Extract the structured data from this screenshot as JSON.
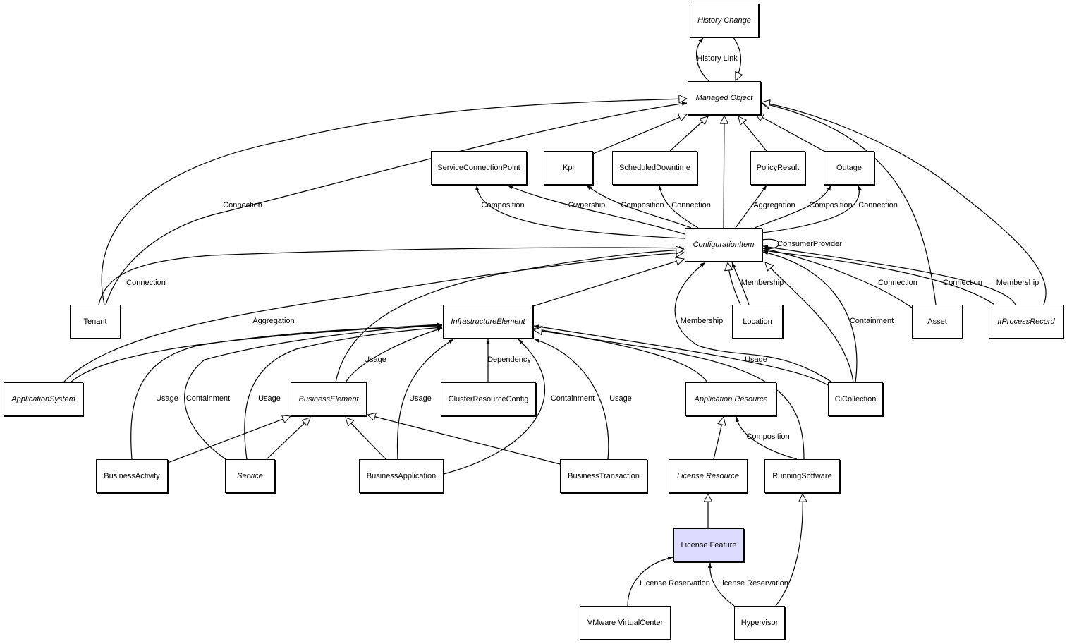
{
  "colors": {
    "highlight": "#dcdcff",
    "line": "#000000",
    "node_fill": "#ffffff"
  },
  "nodes": [
    {
      "id": "HistoryChange",
      "label": "History Change",
      "abstract": true
    },
    {
      "id": "ManagedObject",
      "label": "Managed Object",
      "abstract": true
    },
    {
      "id": "ServiceConnectionPoint",
      "label": "ServiceConnectionPoint",
      "abstract": false
    },
    {
      "id": "Kpi",
      "label": "Kpi",
      "abstract": false
    },
    {
      "id": "ScheduledDowntime",
      "label": "ScheduledDowntime",
      "abstract": false
    },
    {
      "id": "PolicyResult",
      "label": "PolicyResult",
      "abstract": false
    },
    {
      "id": "Outage",
      "label": "Outage",
      "abstract": false
    },
    {
      "id": "ConfigurationItem",
      "label": "ConfigurationItem",
      "abstract": true
    },
    {
      "id": "Tenant",
      "label": "Tenant",
      "abstract": false
    },
    {
      "id": "InfrastructureElement",
      "label": "InfrastructureElement",
      "abstract": true
    },
    {
      "id": "Location",
      "label": "Location",
      "abstract": false
    },
    {
      "id": "Asset",
      "label": "Asset",
      "abstract": false
    },
    {
      "id": "ItProcessRecord",
      "label": "ItProcessRecord",
      "abstract": true
    },
    {
      "id": "ApplicationSystem",
      "label": "ApplicationSystem",
      "abstract": true
    },
    {
      "id": "BusinessElement",
      "label": "BusinessElement",
      "abstract": true
    },
    {
      "id": "ClusterResourceConfig",
      "label": "ClusterResourceConfig",
      "abstract": false
    },
    {
      "id": "ApplicationResource",
      "label": "Application Resource",
      "abstract": true
    },
    {
      "id": "CiCollection",
      "label": "CiCollection",
      "abstract": false
    },
    {
      "id": "BusinessActivity",
      "label": "BusinessActivity",
      "abstract": false
    },
    {
      "id": "Service",
      "label": "Service",
      "abstract": true
    },
    {
      "id": "BusinessApplication",
      "label": "BusinessApplication",
      "abstract": false
    },
    {
      "id": "BusinessTransaction",
      "label": "BusinessTransaction",
      "abstract": false
    },
    {
      "id": "LicenseResource",
      "label": "License Resource",
      "abstract": true
    },
    {
      "id": "RunningSoftware",
      "label": "RunningSoftware",
      "abstract": false
    },
    {
      "id": "LicenseFeature",
      "label": "License Feature",
      "abstract": false,
      "highlighted": true
    },
    {
      "id": "VMwareVirtualCenter",
      "label": "VMware VirtualCenter",
      "abstract": false
    },
    {
      "id": "Hypervisor",
      "label": "Hypervisor",
      "abstract": false
    }
  ],
  "edges": [
    {
      "from": "ManagedObject",
      "to": "HistoryChange",
      "kind": "association",
      "label": "History Link"
    },
    {
      "from": "HistoryChange",
      "to": "ManagedObject",
      "kind": "inheritance",
      "label": ""
    },
    {
      "from": "Tenant",
      "to": "ManagedObject",
      "kind": "inheritance",
      "label": ""
    },
    {
      "from": "Tenant",
      "to": "ManagedObject",
      "kind": "association",
      "label": "Connection"
    },
    {
      "from": "Kpi",
      "to": "ManagedObject",
      "kind": "inheritance",
      "label": ""
    },
    {
      "from": "ScheduledDowntime",
      "to": "ManagedObject",
      "kind": "inheritance",
      "label": ""
    },
    {
      "from": "ConfigurationItem",
      "to": "ManagedObject",
      "kind": "inheritance",
      "label": ""
    },
    {
      "from": "PolicyResult",
      "to": "ManagedObject",
      "kind": "inheritance",
      "label": ""
    },
    {
      "from": "Outage",
      "to": "ManagedObject",
      "kind": "inheritance",
      "label": ""
    },
    {
      "from": "Asset",
      "to": "ManagedObject",
      "kind": "inheritance",
      "label": ""
    },
    {
      "from": "ItProcessRecord",
      "to": "ManagedObject",
      "kind": "inheritance",
      "label": ""
    },
    {
      "from": "ConfigurationItem",
      "to": "ServiceConnectionPoint",
      "kind": "association",
      "label": "Composition"
    },
    {
      "from": "ConfigurationItem",
      "to": "ServiceConnectionPoint",
      "kind": "association",
      "label": "Ownership"
    },
    {
      "from": "ConfigurationItem",
      "to": "Kpi",
      "kind": "association",
      "label": "Composition"
    },
    {
      "from": "ConfigurationItem",
      "to": "ScheduledDowntime",
      "kind": "association",
      "label": "Connection"
    },
    {
      "from": "ConfigurationItem",
      "to": "PolicyResult",
      "kind": "association",
      "label": "Aggregation"
    },
    {
      "from": "ConfigurationItem",
      "to": "Outage",
      "kind": "association",
      "label": "Composition"
    },
    {
      "from": "ConfigurationItem",
      "to": "Outage",
      "kind": "association",
      "label": "Connection"
    },
    {
      "from": "ConfigurationItem",
      "to": "ConfigurationItem",
      "kind": "association",
      "label": "ConsumerProvider"
    },
    {
      "from": "Tenant",
      "to": "ConfigurationItem",
      "kind": "association",
      "label": "Connection"
    },
    {
      "from": "ApplicationSystem",
      "to": "ConfigurationItem",
      "kind": "inheritance",
      "label": ""
    },
    {
      "from": "ApplicationSystem",
      "to": "InfrastructureElement",
      "kind": "association",
      "label": "Aggregation"
    },
    {
      "from": "InfrastructureElement",
      "to": "ConfigurationItem",
      "kind": "inheritance",
      "label": ""
    },
    {
      "from": "BusinessElement",
      "to": "ConfigurationItem",
      "kind": "inheritance",
      "label": ""
    },
    {
      "from": "BusinessElement",
      "to": "InfrastructureElement",
      "kind": "association",
      "label": "Usage"
    },
    {
      "from": "BusinessActivity",
      "to": "InfrastructureElement",
      "kind": "association",
      "label": "Usage"
    },
    {
      "from": "Service",
      "to": "InfrastructureElement",
      "kind": "association",
      "label": "Containment"
    },
    {
      "from": "Service",
      "to": "InfrastructureElement",
      "kind": "association",
      "label": "Usage"
    },
    {
      "from": "Service",
      "to": "BusinessElement",
      "kind": "inheritance",
      "label": ""
    },
    {
      "from": "BusinessActivity",
      "to": "BusinessElement",
      "kind": "inheritance",
      "label": ""
    },
    {
      "from": "BusinessApplication",
      "to": "BusinessElement",
      "kind": "inheritance",
      "label": ""
    },
    {
      "from": "BusinessTransaction",
      "to": "BusinessElement",
      "kind": "inheritance",
      "label": ""
    },
    {
      "from": "BusinessApplication",
      "to": "InfrastructureElement",
      "kind": "association",
      "label": "Usage"
    },
    {
      "from": "BusinessApplication",
      "to": "InfrastructureElement",
      "kind": "association",
      "label": "Containment"
    },
    {
      "from": "BusinessTransaction",
      "to": "InfrastructureElement",
      "kind": "association",
      "label": "Usage"
    },
    {
      "from": "ClusterResourceConfig",
      "to": "InfrastructureElement",
      "kind": "association",
      "label": "Dependency"
    },
    {
      "from": "ApplicationResource",
      "to": "InfrastructureElement",
      "kind": "inheritance",
      "label": ""
    },
    {
      "from": "CiCollection",
      "to": "InfrastructureElement",
      "kind": "association",
      "label": "Usage"
    },
    {
      "from": "RunningSoftware",
      "to": "InfrastructureElement",
      "kind": "inheritance",
      "label": ""
    },
    {
      "from": "CiCollection",
      "to": "ConfigurationItem",
      "kind": "association",
      "label": "Membership"
    },
    {
      "from": "Location",
      "to": "ConfigurationItem",
      "kind": "inheritance",
      "label": ""
    },
    {
      "from": "Location",
      "to": "ConfigurationItem",
      "kind": "association",
      "label": "Membership"
    },
    {
      "from": "CiCollection",
      "to": "ConfigurationItem",
      "kind": "inheritance",
      "label": ""
    },
    {
      "from": "CiCollection",
      "to": "ConfigurationItem",
      "kind": "association",
      "label": "Containment"
    },
    {
      "from": "LicenseResource",
      "to": "ApplicationResource",
      "kind": "inheritance",
      "label": ""
    },
    {
      "from": "RunningSoftware",
      "to": "ApplicationResource",
      "kind": "association",
      "label": "Composition"
    },
    {
      "from": "LicenseFeature",
      "to": "LicenseResource",
      "kind": "inheritance",
      "label": ""
    },
    {
      "from": "VMwareVirtualCenter",
      "to": "LicenseFeature",
      "kind": "association",
      "label": "License Reservation"
    },
    {
      "from": "Hypervisor",
      "to": "LicenseFeature",
      "kind": "association",
      "label": "License Reservation"
    },
    {
      "from": "Hypervisor",
      "to": "RunningSoftware",
      "kind": "inheritance",
      "label": ""
    },
    {
      "from": "Asset",
      "to": "ConfigurationItem",
      "kind": "association",
      "label": "Connection"
    },
    {
      "from": "ItProcessRecord",
      "to": "ConfigurationItem",
      "kind": "association",
      "label": "Connection"
    },
    {
      "from": "ItProcessRecord",
      "to": "ConfigurationItem",
      "kind": "association",
      "label": "Membership"
    }
  ]
}
